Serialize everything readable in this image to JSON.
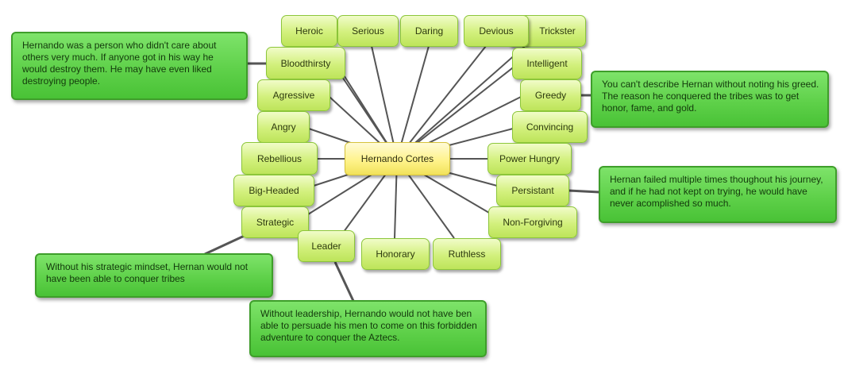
{
  "center": "Hernando Cortes",
  "traits": {
    "heroic": "Heroic",
    "serious": "Serious",
    "daring": "Daring",
    "devious": "Devious",
    "trickster": "Trickster",
    "bloodthirsty": "Bloodthirsty",
    "intelligent": "Intelligent",
    "agressive": "Agressive",
    "greedy": "Greedy",
    "angry": "Angry",
    "convincing": "Convincing",
    "rebellious": "Rebellious",
    "power_hungry": "Power Hungry",
    "big_headed": "Big-Headed",
    "persistant": "Persistant",
    "strategic": "Strategic",
    "non_forgiving": "Non-Forgiving",
    "leader": "Leader",
    "honorary": "Honorary",
    "ruthless": "Ruthless"
  },
  "notes": {
    "bloodthirsty": "Hernando was a person who didn't care about others very much. If anyone got in his way he would destroy them. He may have even liked destroying people.",
    "greedy": "You can't describe Hernan without noting his greed. The reason he conquered the tribes was to get honor, fame, and gold.",
    "persistant": "Hernan failed multiple times thoughout his journey, and if he had not kept on trying, he would have never acomplished so much.",
    "strategic": "Without his strategic mindset, Hernan would not have been able to conquer tribes",
    "leader": "Without leadership, Hernando would not have ben able to persuade his men to come on this forbidden adventure to conquer the Aztecs."
  },
  "colors": {
    "node_fill": "#d2f07c",
    "center_fill": "#fff38c",
    "note_fill": "#5fd14a",
    "connector": "#555555"
  }
}
